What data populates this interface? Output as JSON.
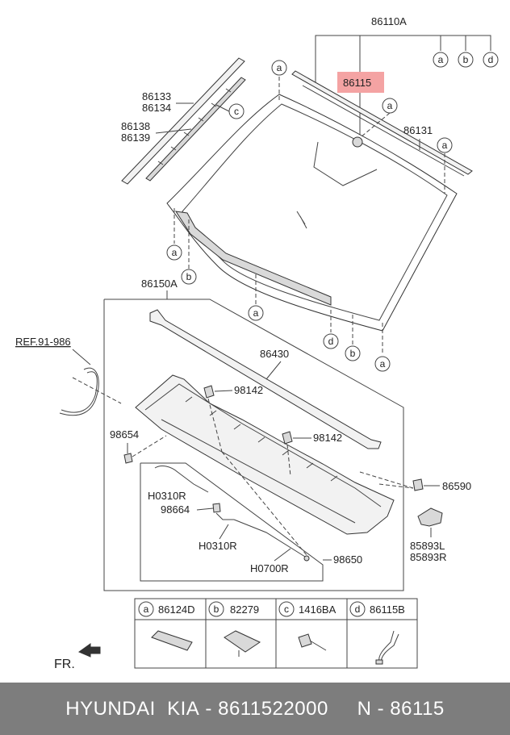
{
  "labels": {
    "top_assembly": "86110A",
    "highlighted": "86115",
    "molding_upper_1": "86133",
    "molding_upper_2": "86134",
    "molding_lower_1": "86138",
    "molding_lower_2": "86139",
    "side_molding": "86131",
    "cowl_assembly": "86150A",
    "ref": "REF.91-986",
    "cowl_strip": "86430",
    "clip_1": "98142",
    "clip_2": "98142",
    "nozzle": "98654",
    "hose_1": "H0310R",
    "connector": "98664",
    "hose_2": "H0310R",
    "hose_3": "H0700R",
    "hose_asm": "98650",
    "bolt": "86590",
    "cover_1": "85893L",
    "cover_2": "85893R",
    "fr": "FR."
  },
  "callouts": {
    "a": "a",
    "b": "b",
    "c": "c",
    "d": "d"
  },
  "legend": [
    {
      "key": "a",
      "part": "86124D",
      "icon": "rubber-block-icon"
    },
    {
      "key": "b",
      "part": "82279",
      "icon": "pad-icon"
    },
    {
      "key": "c",
      "part": "1416BA",
      "icon": "clip-icon"
    },
    {
      "key": "d",
      "part": "86115B",
      "icon": "wire-sensor-icon"
    }
  ],
  "footer": {
    "brand": "HYUNDAI  KIA",
    "part_number": "8611522000",
    "name": "N - 86115"
  },
  "colors": {
    "highlight": "#f4a3a3",
    "footer_bg": "#7d7d7d"
  }
}
